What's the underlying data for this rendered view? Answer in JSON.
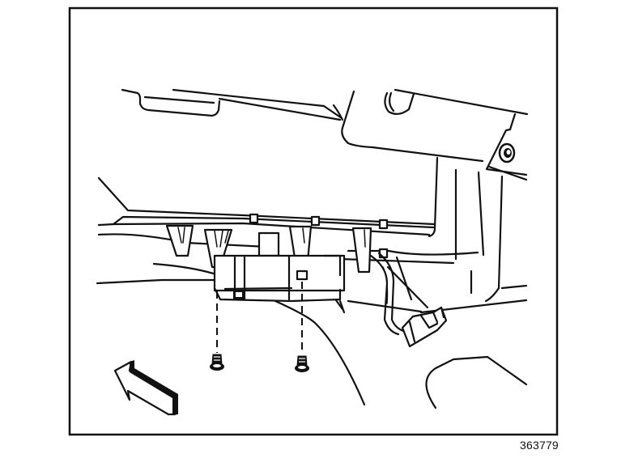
{
  "figure": {
    "id_label": "363779",
    "description": "Service manual line illustration: module mounted under instrument panel bracket with two screws, wiring harness connector, and direction arrow",
    "colors": {
      "line": "#111111",
      "background": "#ffffff"
    },
    "components": [
      {
        "name": "instrument-panel-upper-trim"
      },
      {
        "name": "steering-column-bracket"
      },
      {
        "name": "mounting-bolt"
      },
      {
        "name": "cross-car-beam"
      },
      {
        "name": "retainer-clips"
      },
      {
        "name": "control-module"
      },
      {
        "name": "mounting-screw-left"
      },
      {
        "name": "mounting-screw-right"
      },
      {
        "name": "wiring-harness"
      },
      {
        "name": "electrical-connector"
      },
      {
        "name": "direction-arrow"
      }
    ]
  }
}
